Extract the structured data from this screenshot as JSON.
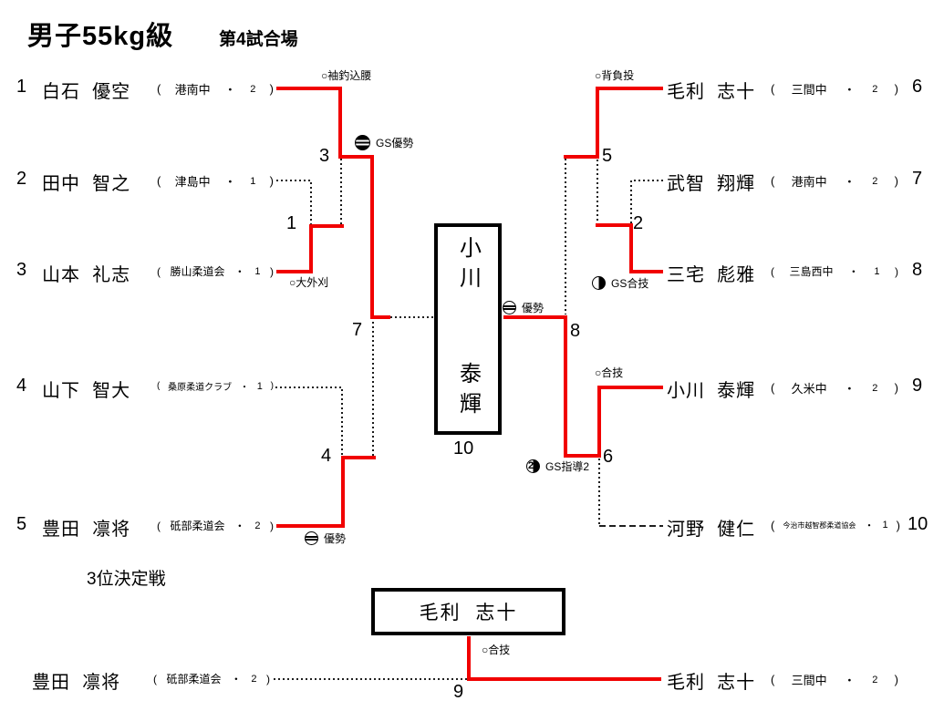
{
  "header": {
    "title": "男子55kg級",
    "subtitle": "第4試合場"
  },
  "colors": {
    "winner_line": "#f10000",
    "loser_line": "#000000"
  },
  "separators": {
    "open": "(",
    "dot": "・",
    "close": ")"
  },
  "players": [
    {
      "seed": "1",
      "name": "白石  優空",
      "club": "港南中",
      "grade": "2"
    },
    {
      "seed": "2",
      "name": "田中  智之",
      "club": "津島中",
      "grade": "1"
    },
    {
      "seed": "3",
      "name": "山本  礼志",
      "club": "勝山柔道会",
      "grade": "1"
    },
    {
      "seed": "4",
      "name": "山下  智大",
      "club": "桑原柔道クラブ",
      "grade": "1"
    },
    {
      "seed": "5",
      "name": "豊田  凛将",
      "club": "砥部柔道会",
      "grade": "2"
    },
    {
      "seed": "6",
      "name": "毛利  志十",
      "club": "三間中",
      "grade": "2"
    },
    {
      "seed": "7",
      "name": "武智  翔輝",
      "club": "港南中",
      "grade": "2"
    },
    {
      "seed": "8",
      "name": "三宅  彪雅",
      "club": "三島西中",
      "grade": "1"
    },
    {
      "seed": "9",
      "name": "小川  泰輝",
      "club": "久米中",
      "grade": "2"
    },
    {
      "seed": "10",
      "name": "河野  健仁",
      "club": "今治市越智郡柔道協会",
      "grade": "1"
    }
  ],
  "match_labels": {
    "m1": "1",
    "m2": "2",
    "m3": "3",
    "m4": "4",
    "m5": "5",
    "m6": "6",
    "m7": "7",
    "m8": "8",
    "m9": "9",
    "m10": "10"
  },
  "annotations": {
    "a1": {
      "text": "○袖釣込腰"
    },
    "a2": {
      "text": "GS優勢"
    },
    "a3": {
      "text": "○大外刈"
    },
    "a4": {
      "text": "優勢"
    },
    "a5": {
      "text": "○背負投"
    },
    "a6": {
      "text": "GS合技"
    },
    "a7": {
      "text": "○合技"
    },
    "a8": {
      "text": "GS指導2",
      "badge_digit": "2"
    },
    "a9": {
      "text": "優勢"
    },
    "a10": {
      "text": "○合技"
    }
  },
  "winner_box": {
    "name": "小川  泰輝"
  },
  "third_place": {
    "title": "3位決定戦",
    "winner_name": "毛利  志十",
    "left": {
      "name": "豊田  凛将",
      "club": "砥部柔道会",
      "grade": "2"
    },
    "right": {
      "name": "毛利  志十",
      "club": "三間中",
      "grade": "2"
    }
  }
}
